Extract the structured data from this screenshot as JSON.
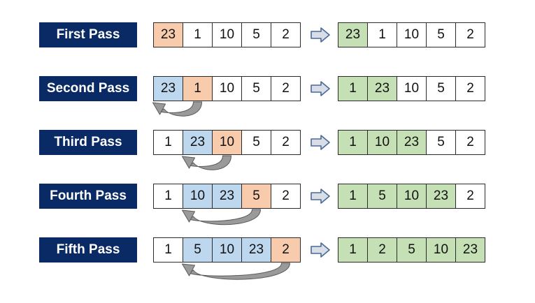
{
  "passes": [
    {
      "label": "First Pass",
      "before": [
        "23",
        "1",
        "10",
        "5",
        "2"
      ],
      "before_colors": [
        "orange",
        "white",
        "white",
        "white",
        "white"
      ],
      "after": [
        "23",
        "1",
        "10",
        "5",
        "2"
      ],
      "after_colors": [
        "green",
        "white",
        "white",
        "white",
        "white"
      ],
      "curve": null
    },
    {
      "label": "Second Pass",
      "before": [
        "23",
        "1",
        "10",
        "5",
        "2"
      ],
      "before_colors": [
        "blue",
        "orange",
        "white",
        "white",
        "white"
      ],
      "after": [
        "1",
        "23",
        "10",
        "5",
        "2"
      ],
      "after_colors": [
        "green",
        "green",
        "white",
        "white",
        "white"
      ],
      "curve": [
        1,
        0
      ]
    },
    {
      "label": "Third Pass",
      "before": [
        "1",
        "23",
        "10",
        "5",
        "2"
      ],
      "before_colors": [
        "white",
        "blue",
        "orange",
        "white",
        "white"
      ],
      "after": [
        "1",
        "10",
        "23",
        "5",
        "2"
      ],
      "after_colors": [
        "green",
        "green",
        "green",
        "white",
        "white"
      ],
      "curve": [
        2,
        1
      ]
    },
    {
      "label": "Fourth Pass",
      "before": [
        "1",
        "10",
        "23",
        "5",
        "2"
      ],
      "before_colors": [
        "white",
        "blue",
        "blue",
        "orange",
        "white"
      ],
      "after": [
        "1",
        "5",
        "10",
        "23",
        "2"
      ],
      "after_colors": [
        "green",
        "green",
        "green",
        "green",
        "white"
      ],
      "curve": [
        3,
        1
      ]
    },
    {
      "label": "Fifth Pass",
      "before": [
        "1",
        "5",
        "10",
        "23",
        "2"
      ],
      "before_colors": [
        "white",
        "blue",
        "blue",
        "blue",
        "orange"
      ],
      "after": [
        "1",
        "2",
        "5",
        "10",
        "23"
      ],
      "after_colors": [
        "green",
        "green",
        "green",
        "green",
        "green"
      ],
      "curve": [
        4,
        1
      ]
    }
  ],
  "colors": {
    "label_bg": "#0a2a66",
    "white": "#ffffff",
    "orange": "#f8cbad",
    "blue": "#bdd7ee",
    "green": "#c5e0b4",
    "arrow_fill": "#d9dde6",
    "arrow_stroke": "#4a6a9a",
    "curve_fill": "#9a9a9a",
    "curve_stroke": "#5a5a5a"
  },
  "icons": {
    "pass_arrow": "right-arrow-icon",
    "shift_arrow": "curved-arrow-icon"
  }
}
